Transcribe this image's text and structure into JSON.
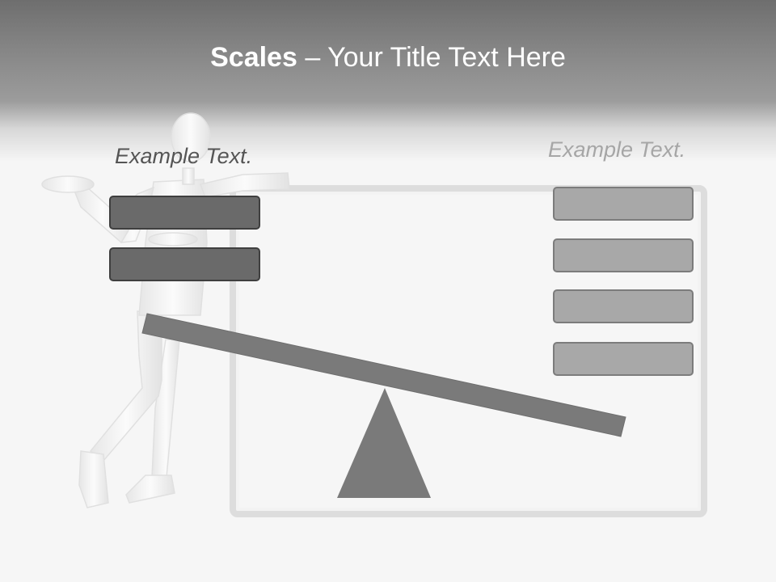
{
  "title": {
    "bold": "Scales",
    "rest": " – Your Title Text Here"
  },
  "left_column": {
    "heading": "Example Text.",
    "boxes": 2
  },
  "right_column": {
    "heading": "Example Text.",
    "boxes": 4
  },
  "colors": {
    "header_top": "#6e6e6e",
    "box_dark": "#6a6a6a",
    "box_light": "#a8a8a8",
    "beam": "#7a7a7a",
    "fulcrum": "#7a7a7a",
    "heading_left": "#555555",
    "heading_right": "#a6a6a6"
  }
}
